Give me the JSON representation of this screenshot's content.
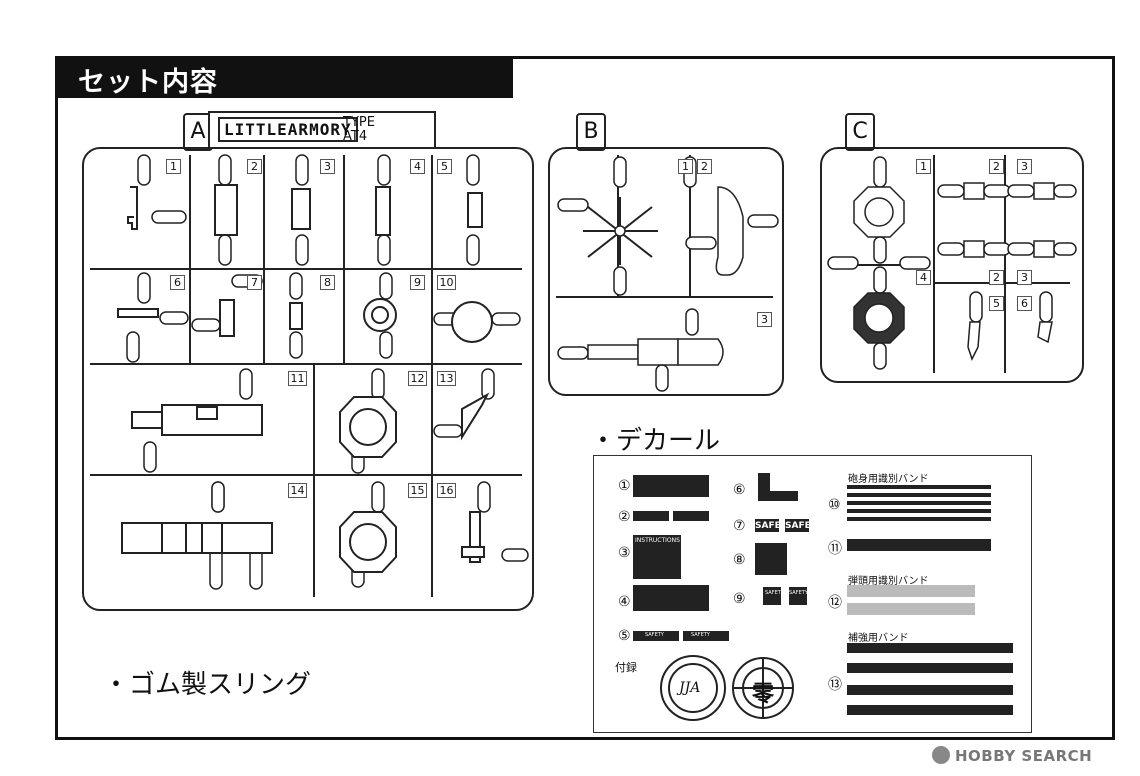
{
  "header": {
    "title": "セット内容"
  },
  "sprue_a": {
    "letter": "A",
    "logo_text": "LITTLEARMORY",
    "type_line1": "TYPE",
    "type_line2": "AT4",
    "tags": [
      "1",
      "2",
      "3",
      "4",
      "5",
      "6",
      "7",
      "8",
      "9",
      "10",
      "11",
      "12",
      "13",
      "14",
      "15",
      "16"
    ]
  },
  "sprue_b": {
    "letter": "B",
    "tags": [
      "1",
      "2",
      "3"
    ]
  },
  "sprue_c": {
    "letter": "C",
    "tags": [
      "1",
      "2",
      "3",
      "4",
      "2",
      "3",
      "5",
      "6"
    ]
  },
  "decal": {
    "heading": "・デカール",
    "numbers": [
      "①",
      "②",
      "③",
      "④",
      "⑤",
      "⑥",
      "⑦",
      "⑧",
      "⑨",
      "⑩",
      "⑪",
      "⑫",
      "⑬"
    ],
    "safe_label": "SAFE",
    "instructions_label": "INSTRUCTIONS",
    "safety_label": "SAFETY",
    "band1_title": "砲身用識別バンド",
    "band2_title": "弾頭用識別バンド",
    "band3_title": "補強用バンド",
    "extra_label": "付録",
    "emblem_letters": "JJA",
    "emblem_kanji": "零"
  },
  "rubber_sling": {
    "label": "・ゴム製スリング"
  },
  "watermark": {
    "text": "HOBBY SEARCH"
  }
}
